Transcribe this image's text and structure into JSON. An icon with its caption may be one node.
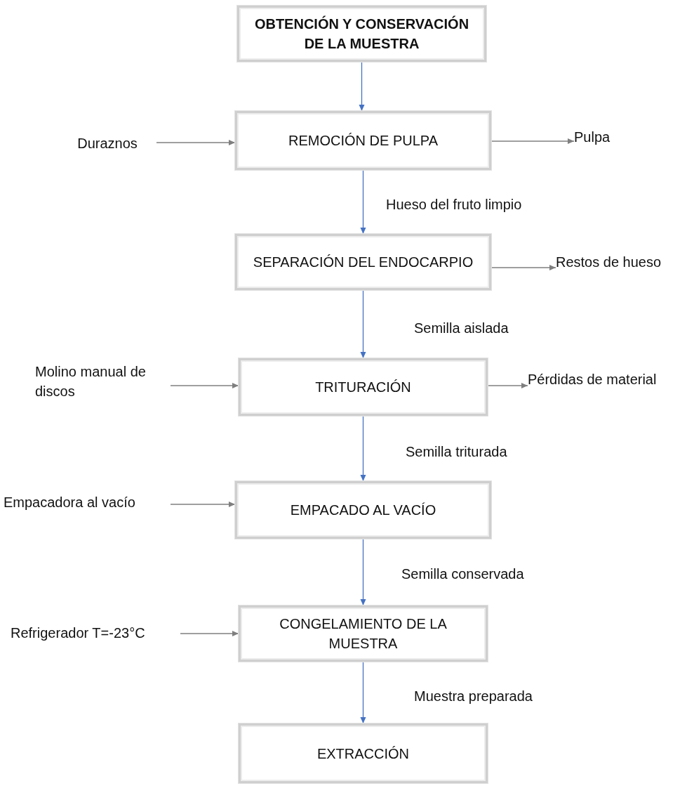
{
  "diagram": {
    "nodes": [
      {
        "text": [
          "OBTENCIÓN Y CONSERVACIÓN DE LA MUESTRA"
        ]
      },
      {
        "text": [
          "Duraznos"
        ]
      },
      {
        "text": [
          "REMOCIÓN DE PULPA"
        ]
      },
      {
        "text": [
          "Pulpa"
        ]
      },
      {
        "text": [
          "SEPARACIÓN DEL ENDOCARPIO"
        ]
      },
      {
        "text": [
          "Restos de hueso"
        ]
      },
      {
        "text": [
          "Molino manual de discos"
        ]
      },
      {
        "text": [
          "TRITURACIÓN"
        ]
      },
      {
        "text": [
          "Pérdidas de material"
        ]
      },
      {
        "text": [
          "Empacadora al vacío"
        ]
      },
      {
        "text": [
          "EMPACADO AL VACÍO"
        ]
      },
      {
        "text": [
          "Refrigerador T=-23°C"
        ]
      },
      {
        "text": [
          "CONGELAMIENTO DE LA MUESTRA"
        ]
      },
      {
        "text": [
          "EXTRACCIÓN"
        ]
      }
    ],
    "edges": [
      {
        "from": 0,
        "to": 2,
        "arrow": "to",
        "color": "#4472c4"
      },
      {
        "from": 1,
        "to": 2,
        "arrow": "to"
      },
      {
        "from": 2,
        "to": 3,
        "arrow": "to"
      },
      {
        "from": 2,
        "to": 4,
        "arrow": "to",
        "label": "Hueso del fruto limpio",
        "color": "#4472c4"
      },
      {
        "from": 4,
        "to": 5,
        "arrow": "to"
      },
      {
        "from": 4,
        "to": 7,
        "arrow": "to",
        "label": "Semilla aislada",
        "color": "#4472c4"
      },
      {
        "from": 6,
        "to": 7,
        "arrow": "to"
      },
      {
        "from": 7,
        "to": 8,
        "arrow": "to"
      },
      {
        "from": 7,
        "to": 10,
        "arrow": "to",
        "label": "Semilla triturada",
        "color": "#4472c4"
      },
      {
        "from": 9,
        "to": 10,
        "arrow": "to"
      },
      {
        "from": 10,
        "to": 12,
        "arrow": "to",
        "label": "Semilla conservada",
        "color": "#4472c4"
      },
      {
        "from": 11,
        "to": 12,
        "arrow": "to"
      },
      {
        "from": 12,
        "to": 13,
        "arrow": "to",
        "label": "Muestra preparada",
        "color": "#4472c4"
      }
    ]
  }
}
